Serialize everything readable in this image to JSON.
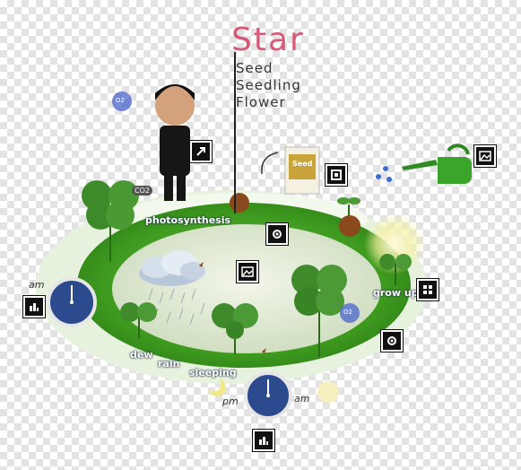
{
  "title": "Star",
  "stages": [
    "Seed",
    "Seedling",
    "Flower"
  ],
  "labels": {
    "photosynthesis": "photosynthesis",
    "dew": "dew",
    "rain": "rain",
    "sleeping": "sleeping",
    "grow_up": "grow up",
    "am_left": "am",
    "pm_bottom": "pm",
    "am_bottom": "am",
    "co2": "CO2",
    "o2_top": "O2",
    "o2_right": "O2",
    "packet_text": "Seed"
  },
  "colors": {
    "title": "#d65a77",
    "grass": "#3e9a1f",
    "pond": "#dfead2",
    "outer_ring": "#e8f2e0",
    "clock_face": "#2c4b8f",
    "watering_can": "#3aa52a"
  },
  "icons": {
    "control_person": "arrow-diagonal-icon",
    "control_packet": "gear-icon",
    "control_can": "picture-icon",
    "control_field_top": "gear-icon",
    "control_pond": "picture-icon",
    "control_right": "grid-icon",
    "control_right_low": "gear-icon",
    "control_left_clock": "chart-icon",
    "control_bottom_clock": "chart-icon"
  }
}
